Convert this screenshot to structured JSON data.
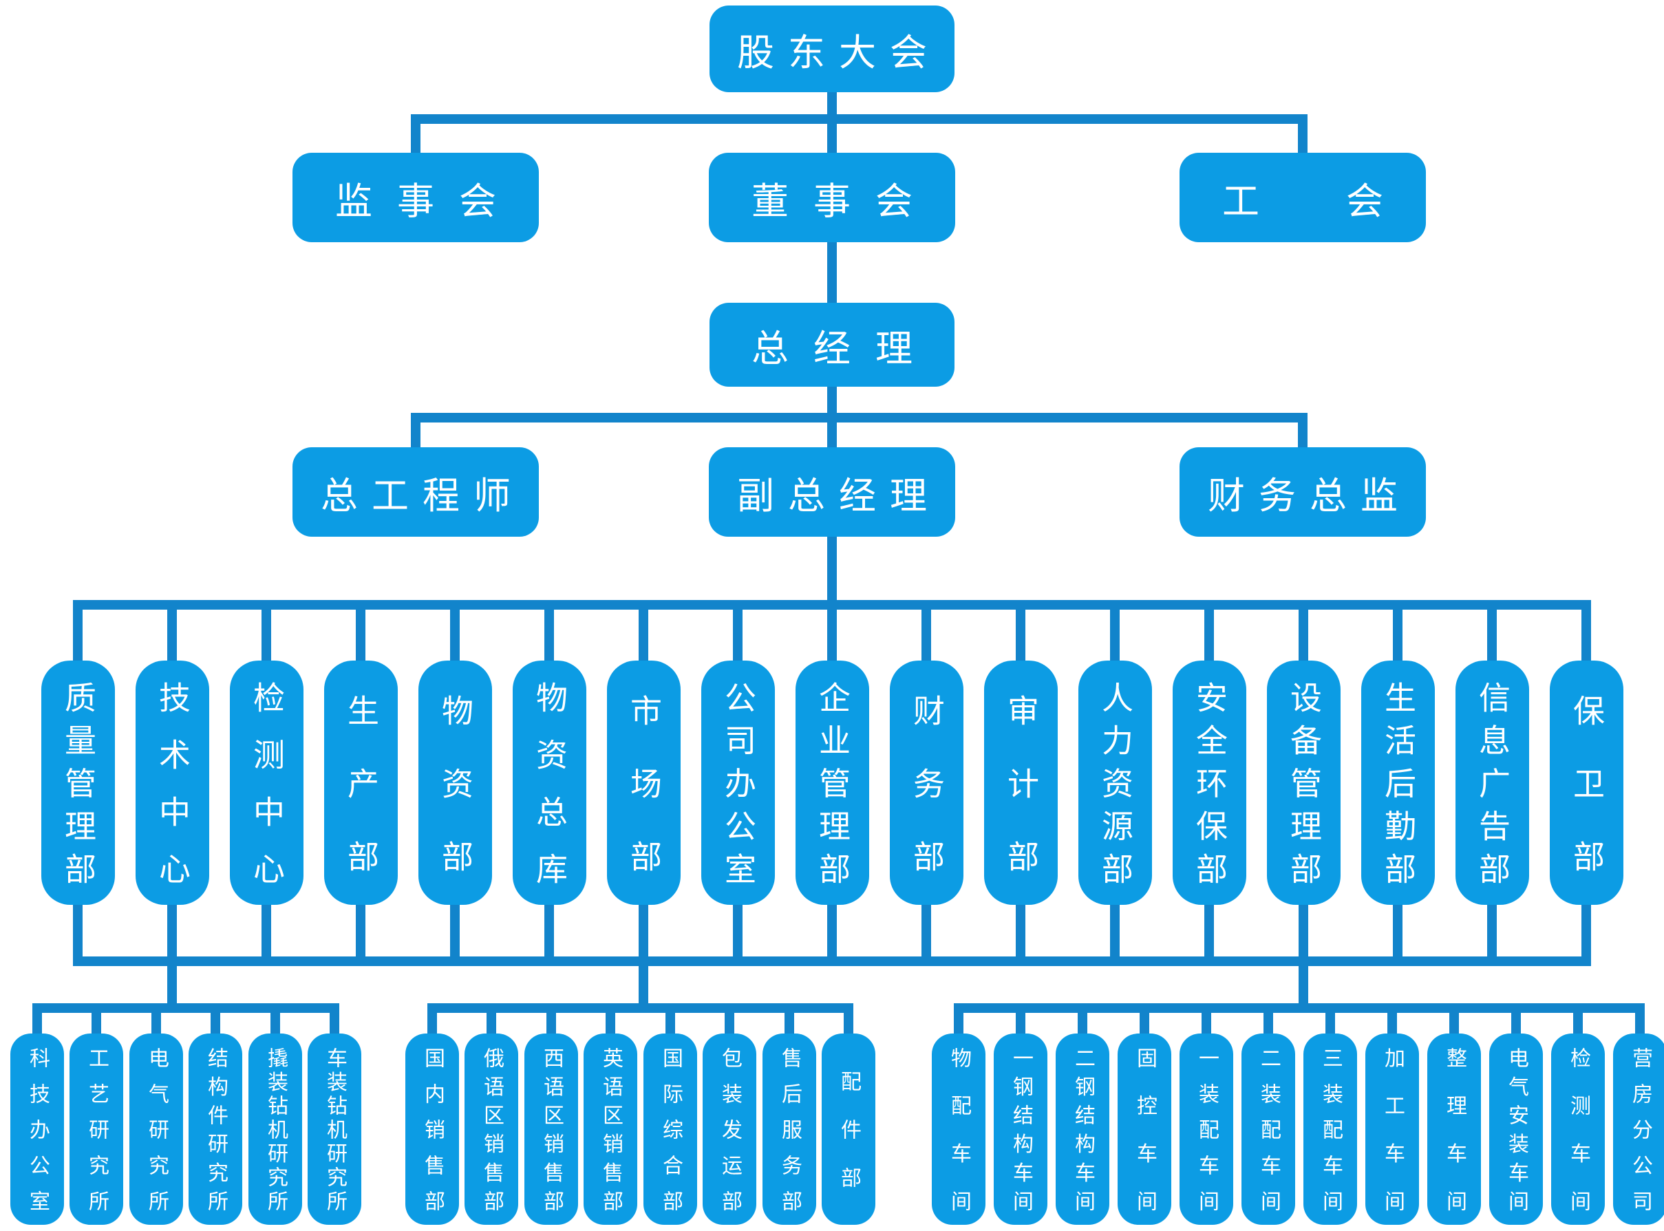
{
  "colors": {
    "box_fill": "#0C9CE4",
    "connector": "#1284CB",
    "text": "#FFFFFF",
    "background": "#FFFFFF"
  },
  "org_chart": {
    "root": {
      "label": "股东大会"
    },
    "level2": [
      {
        "label": "监事会"
      },
      {
        "label": "董事会"
      },
      {
        "label": "工　会"
      }
    ],
    "general_manager": {
      "label": "总经理"
    },
    "level4": [
      {
        "label": "总工程师"
      },
      {
        "label": "副总经理"
      },
      {
        "label": "财务总监"
      }
    ],
    "departments": [
      {
        "label": "质量管理部"
      },
      {
        "label": "技术中心"
      },
      {
        "label": "检测中心"
      },
      {
        "label": "生产部"
      },
      {
        "label": "物资部"
      },
      {
        "label": "物资总库"
      },
      {
        "label": "市场部"
      },
      {
        "label": "公司办公室"
      },
      {
        "label": "企业管理部"
      },
      {
        "label": "财务部"
      },
      {
        "label": "审计部"
      },
      {
        "label": "人力资源部"
      },
      {
        "label": "安全环保部"
      },
      {
        "label": "设备管理部"
      },
      {
        "label": "生活后勤部"
      },
      {
        "label": "信息广告部"
      },
      {
        "label": "保卫部"
      }
    ],
    "unit_groups": [
      {
        "parent": "技术中心",
        "units": [
          {
            "label": "科技办公室"
          },
          {
            "label": "工艺研究所"
          },
          {
            "label": "电气研究所"
          },
          {
            "label": "结构件研究所"
          },
          {
            "label": "撬装钻机研究所"
          },
          {
            "label": "车装钻机研究所"
          }
        ]
      },
      {
        "parent": "市场部",
        "units": [
          {
            "label": "国内销售部"
          },
          {
            "label": "俄语区销售部"
          },
          {
            "label": "西语区销售部"
          },
          {
            "label": "英语区销售部"
          },
          {
            "label": "国际综合部"
          },
          {
            "label": "包装发运部"
          },
          {
            "label": "售后服务部"
          },
          {
            "label": "配件部"
          }
        ]
      },
      {
        "parent": "设备管理部",
        "units": [
          {
            "label": "物配车间"
          },
          {
            "label": "一钢结构车间"
          },
          {
            "label": "二钢结构车间"
          },
          {
            "label": "固控车间"
          },
          {
            "label": "一装配车间"
          },
          {
            "label": "二装配车间"
          },
          {
            "label": "三装配车间"
          },
          {
            "label": "加工车间"
          },
          {
            "label": "整理车间"
          },
          {
            "label": "电气安装车间"
          },
          {
            "label": "检测车间"
          },
          {
            "label": "营房分公司"
          }
        ]
      }
    ]
  }
}
